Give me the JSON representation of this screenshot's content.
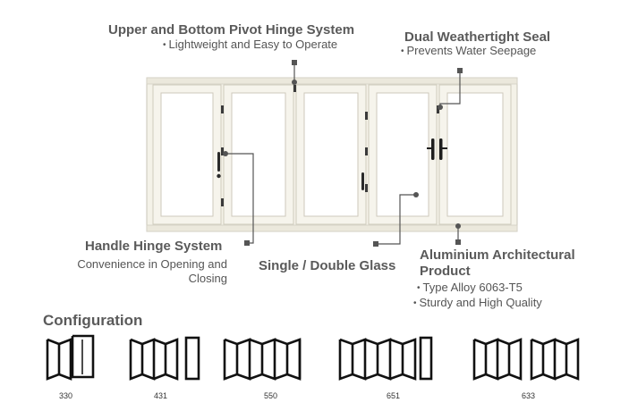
{
  "callouts": {
    "pivot": {
      "title": "Upper and Bottom Pivot Hinge System",
      "note": "Lightweight and Easy to Operate"
    },
    "seal": {
      "title": "Dual Weathertight Seal",
      "note": "Prevents Water Seepage"
    },
    "handle": {
      "title": "Handle Hinge System",
      "note_line1": "Convenience in Opening and",
      "note_line2": "Closing"
    },
    "glass": {
      "title": "Single / Double Glass"
    },
    "aluminium": {
      "title_line1": "Aluminium Architectural",
      "title_line2": "Product",
      "note1": "Type Alloy 6063-T5",
      "note2": "Sturdy and High Quality"
    }
  },
  "configuration": {
    "title": "Configuration",
    "items": [
      {
        "code": "330",
        "panels": 3
      },
      {
        "code": "431",
        "panels": 4
      },
      {
        "code": "550",
        "panels": 5
      },
      {
        "code": "651",
        "panels": 6
      },
      {
        "code": "633",
        "panels": 6
      }
    ]
  },
  "colors": {
    "frame": "#f4f2e8",
    "frame_edge": "#c9c6b8",
    "callout_line": "#555555",
    "config_stroke": "#111111"
  }
}
